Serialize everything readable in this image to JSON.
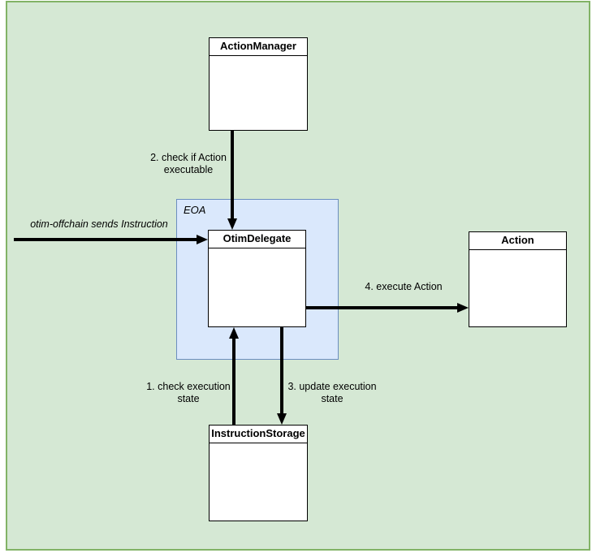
{
  "diagram": {
    "container": {
      "label": "EOA"
    },
    "nodes": [
      {
        "title": "ActionManager"
      },
      {
        "title": "OtimDelegate"
      },
      {
        "title": "Action"
      },
      {
        "title": "InstructionStorage"
      }
    ],
    "edges": [
      {
        "name": "send-instruction",
        "label": "otim-offchain sends Instruction"
      },
      {
        "name": "check-execution-state",
        "label": "1. check execution\nstate"
      },
      {
        "name": "check-if-action-executable",
        "label": "2. check if Action\nexecutable"
      },
      {
        "name": "update-execution-state",
        "label": "3. update execution\nstate"
      },
      {
        "name": "execute-action",
        "label": "4. execute Action"
      }
    ],
    "colors": {
      "canvas_fill": "#d5e8d4",
      "canvas_border": "#82b366",
      "group_fill": "#dae8fc",
      "group_border": "#6c8ebf",
      "node_fill": "#ffffff",
      "node_border": "#000000",
      "arrow": "#000000"
    }
  }
}
